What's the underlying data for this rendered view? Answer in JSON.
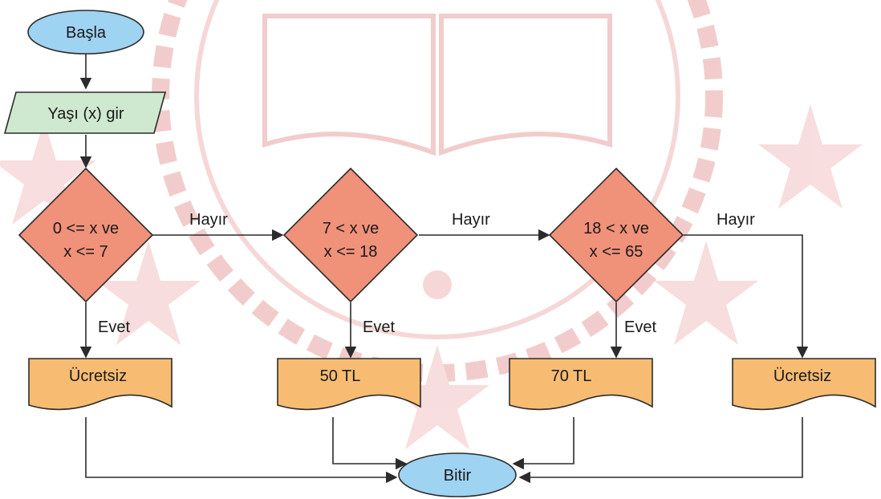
{
  "colors": {
    "terminal_fill": "#9fd3f2",
    "input_fill": "#cfe8d0",
    "decision_fill": "#f0917a",
    "output_fill": "#f7bc72",
    "watermark": "#e8a0a0"
  },
  "nodes": {
    "start": "Başla",
    "input": "Yaşı (x) gir",
    "decision1": {
      "line1": "0 <= x  ve",
      "line2": "x <= 7"
    },
    "decision2": {
      "line1": "7 < x  ve",
      "line2": "x <= 18"
    },
    "decision3": {
      "line1": "18 < x  ve",
      "line2": "x <= 65"
    },
    "output1": "Ücretsiz",
    "output2": "50 TL",
    "output3": "70 TL",
    "output4": "Ücretsiz",
    "end": "Bitir"
  },
  "edge_labels": {
    "no1": "Hayır",
    "no2": "Hayır",
    "no3": "Hayır",
    "yes1": "Evet",
    "yes2": "Evet",
    "yes3": "Evet"
  }
}
